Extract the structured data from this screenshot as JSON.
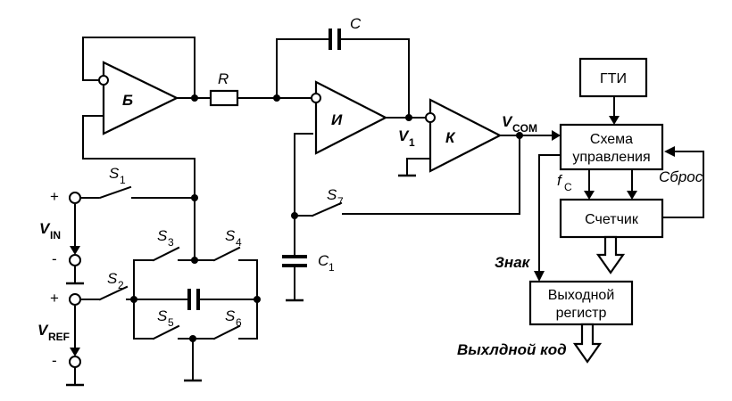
{
  "blocks": {
    "buffer": "Б",
    "integrator": "И",
    "comparator": "К",
    "gti": "ГТИ",
    "control_line1": "Схема",
    "control_line2": "управления",
    "counter": "Счетчик",
    "outreg_line1": "Выходной",
    "outreg_line2": "регистр"
  },
  "components": {
    "resistor": "R",
    "capacitor": "C",
    "c1_main": "C",
    "c1_sub": "1",
    "v1_main": "V",
    "v1_sub": "1",
    "vcom_main": "V",
    "vcom_sub": "COM"
  },
  "switches": {
    "s": "S",
    "s1": "1",
    "s2": "2",
    "s3": "3",
    "s4": "4",
    "s5": "5",
    "s6": "6",
    "s7": "7"
  },
  "inputs": {
    "vin_main": "V",
    "vin_sub": "IN",
    "vref_main": "V",
    "vref_sub": "REF",
    "plus": "+",
    "minus": "-"
  },
  "signals": {
    "fc_main": "f",
    "fc_sub": "C",
    "reset": "Сброс",
    "sign": "Знак",
    "output_code": "Выхлдной код"
  }
}
